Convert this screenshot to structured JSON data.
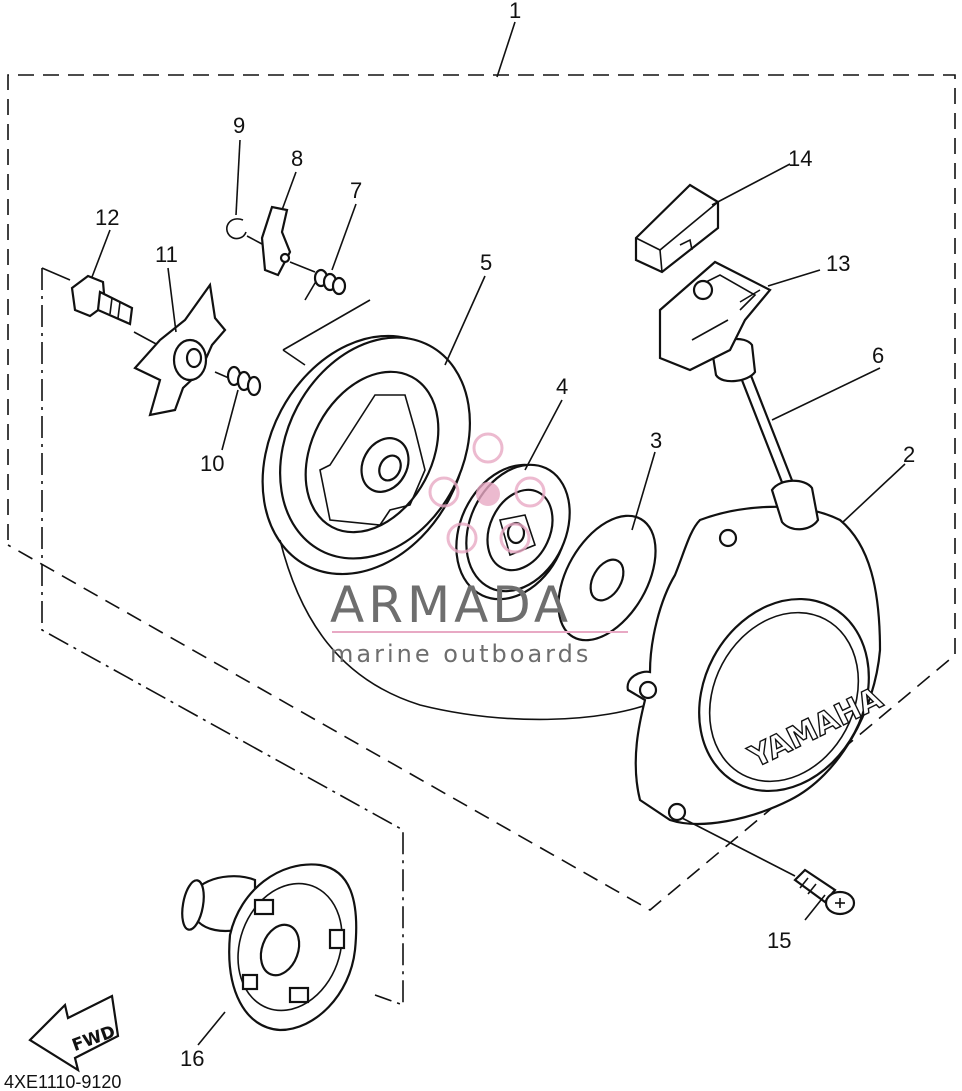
{
  "callouts": {
    "c1": "1",
    "c2": "2",
    "c3": "3",
    "c4": "4",
    "c5": "5",
    "c6": "6",
    "c7": "7",
    "c8": "8",
    "c9": "9",
    "c10": "10",
    "c11": "11",
    "c12": "12",
    "c13": "13",
    "c14": "14",
    "c15": "15",
    "c16": "16"
  },
  "watermark": {
    "brand": "ARMADA",
    "tagline": "marine outboards",
    "accent_color": "#e8a9c4"
  },
  "cover_logo": "YAMAHA",
  "fwd_label": "FWD",
  "diagram_code": "4XE1110-9120"
}
